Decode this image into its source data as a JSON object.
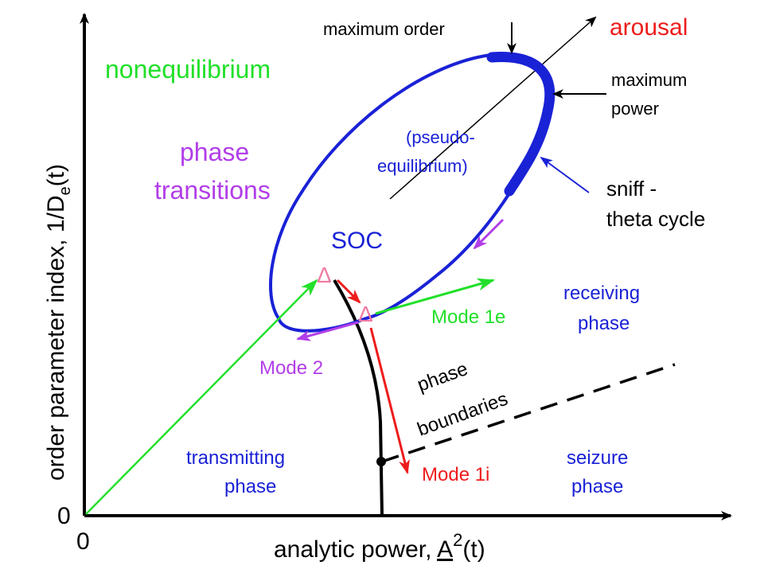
{
  "axes": {
    "x_label": {
      "prefix": "analytic power, ",
      "symbol": "A",
      "superscript": "2",
      "suffix": "(t)"
    },
    "y_label": {
      "prefix": "order parameter index,  1/D",
      "subscript": "e",
      "suffix": "(t)"
    },
    "x_origin": "0",
    "y_origin": "0"
  },
  "regions": {
    "nonequilibrium": "nonequilibrium",
    "phase_transitions_1": "phase",
    "phase_transitions_2": "transitions",
    "soc": "SOC",
    "pseudo_1": "(pseudo-",
    "pseudo_2": "equilibrium)",
    "receiving_1": "receiving",
    "receiving_2": "phase",
    "transmitting_1": "transmitting",
    "transmitting_2": "phase",
    "seizure_1": "seizure",
    "seizure_2": "phase",
    "phase_boundaries_1": "phase",
    "phase_boundaries_2": "boundaries"
  },
  "annotations": {
    "maximum_order": "maximum order",
    "arousal": "arousal",
    "maximum_power_1": "maximum",
    "maximum_power_2": "power",
    "sniff_1": "sniff -",
    "sniff_2": "theta cycle"
  },
  "modes": {
    "mode_1e": "Mode 1e",
    "mode_1i": "Mode 1i",
    "mode_2": "Mode 2"
  },
  "markers": {
    "delta": "Δ"
  },
  "colors": {
    "green": "#22e02a",
    "blue": "#1a22d6",
    "magenta": "#b23ee8",
    "red": "#ee1c1c",
    "pink": "#ef7aa0",
    "black": "#000000"
  }
}
